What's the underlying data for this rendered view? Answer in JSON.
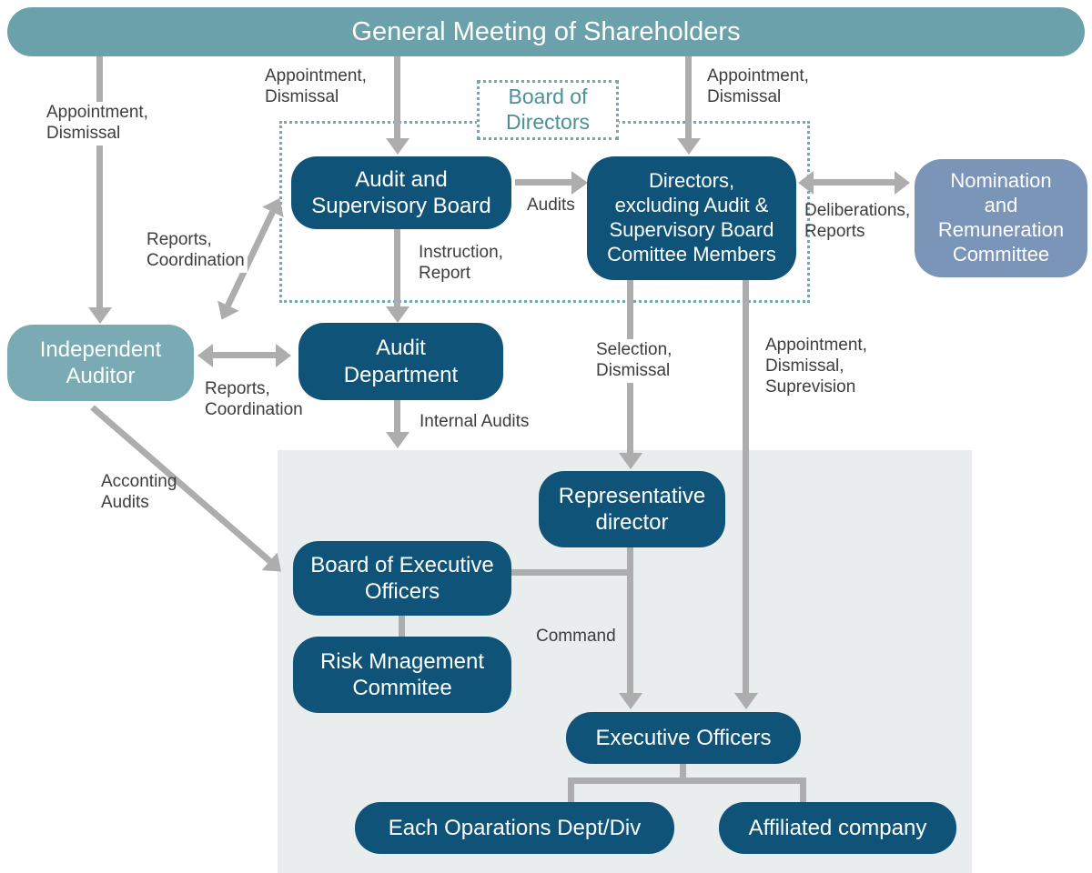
{
  "title": "General Meeting of Shareholders",
  "colors": {
    "node_dark_blue": "#0f5478",
    "banner_teal": "#6ba1ab",
    "independent_auditor_teal": "#7aabb4",
    "nomination_blue_gray": "#7b95b9",
    "arrow_gray": "#adadad",
    "panel_gray": "#e9edee",
    "dotted_border_teal": "#74a7b1",
    "board_of_directors_text": "#4a8f9a"
  },
  "nodes": {
    "shareholders": "General Meeting of Shareholders",
    "board_of_directors": "Board of\nDirectors",
    "audit_supervisory_board": "Audit and\nSupervisory Board",
    "directors": "Directors,\nexcluding Audit &\nSupervisory Board\nComittee Members",
    "nomination_committee": "Nomination\nand\nRemuneration\nCommittee",
    "independent_auditor": "Independent\nAuditor",
    "audit_department": "Audit\nDepartment",
    "representative_director": "Representative\ndirector",
    "board_of_executive_officers": "Board of Executive\nOfficers",
    "risk_management_committee": "Risk Mnagement\nCommitee",
    "executive_officers": "Executive Officers",
    "each_operations": "Each Oparations Dept/Div",
    "affiliated_company": "Affiliated company"
  },
  "edge_labels": {
    "appointment_dismissal_auditor": "Appointment,\nDismissal",
    "appointment_dismissal_asb": "Appointment,\nDismissal",
    "appointment_dismissal_directors": "Appointment,\nDismissal",
    "audits": "Audits",
    "deliberations_reports": "Deliberations,\nReports",
    "reports_coordination_upper": "Reports,\nCoordination",
    "instruction_report": "Instruction,\nReport",
    "reports_coordination_lower": "Reports,\nCoordination",
    "internal_audits": "Internal Audits",
    "selection_dismissal": "Selection,\nDismissal",
    "appointment_dismissal_suprevision": "Appointment,\nDismissal,\nSuprevision",
    "acconting_audits": "Acconting\nAudits",
    "command": "Command"
  }
}
